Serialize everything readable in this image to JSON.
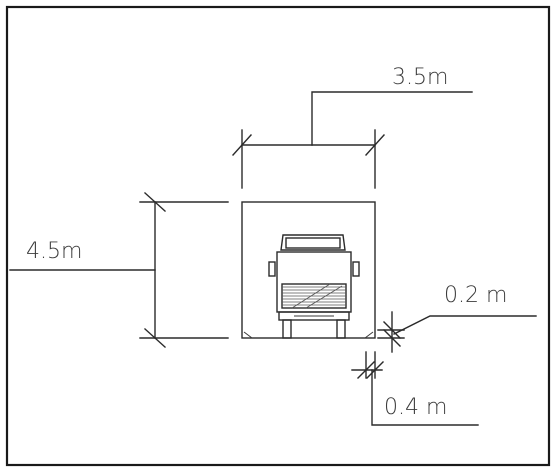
{
  "dimensions": {
    "width_label": "3.5m",
    "height_label": "4.5m",
    "side_gap_label": "0.2 m",
    "bottom_gap_label": "0.4 m"
  },
  "colors": {
    "line": "#2b2b2b",
    "text": "#3c3c3c",
    "frame": "#1a1a1a",
    "background": "#ffffff"
  },
  "icons": {
    "vehicle": "truck-front-icon"
  }
}
